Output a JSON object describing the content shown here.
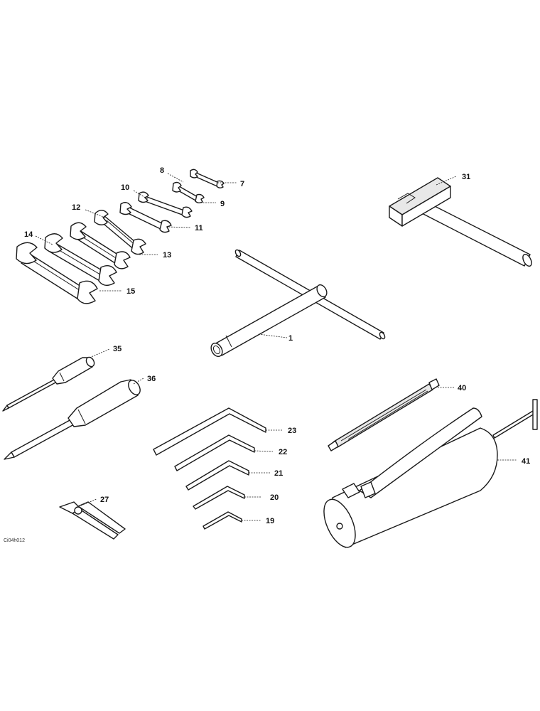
{
  "figure_code": "Ci04h012",
  "callouts": {
    "c1": "1",
    "c7": "7",
    "c8": "8",
    "c9": "9",
    "c10": "10",
    "c11": "11",
    "c12": "12",
    "c13": "13",
    "c14": "14",
    "c15": "15",
    "c19": "19",
    "c20": "20",
    "c21": "21",
    "c22": "22",
    "c23": "23",
    "c27": "27",
    "c31": "31",
    "c35": "35",
    "c36": "36",
    "c40": "40",
    "c41": "41"
  }
}
